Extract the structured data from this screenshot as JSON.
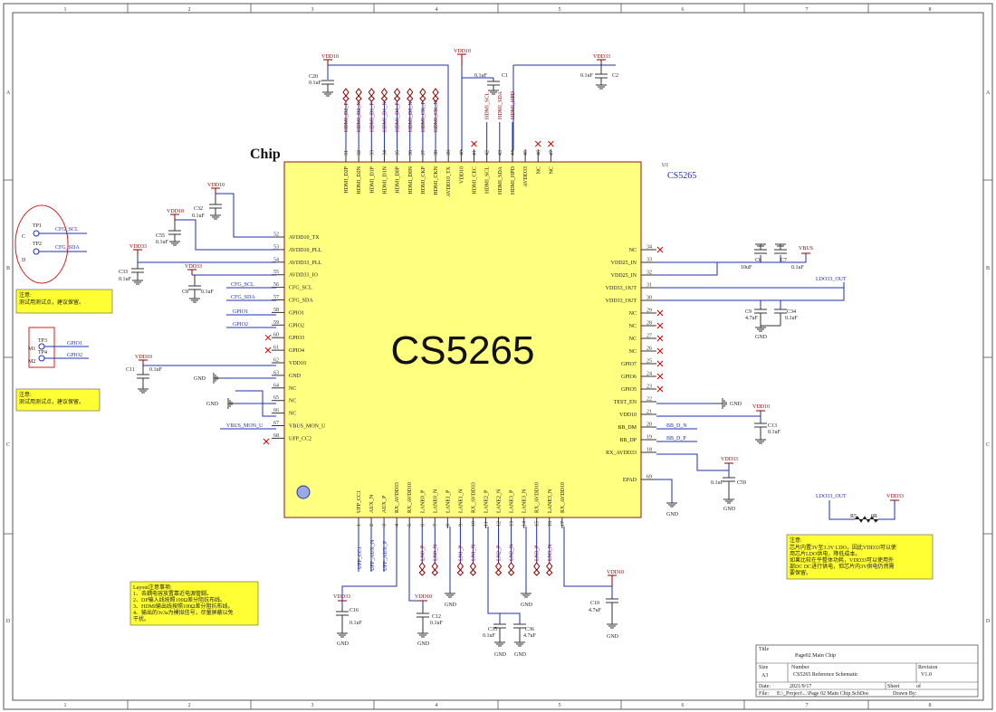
{
  "border": {
    "columns": [
      "1",
      "2",
      "3",
      "4",
      "5",
      "6",
      "7",
      "8"
    ],
    "rows": [
      "A",
      "B",
      "C",
      "D"
    ]
  },
  "chip": {
    "heading": "Chip",
    "designator": "U1",
    "part": "CS5265",
    "body_label": "CS5265",
    "fill_color": "#ffff80",
    "outline_color": "#8a1a1a",
    "top_pins": [
      {
        "num": "31",
        "name": "HDMI_D2P"
      },
      {
        "num": "32",
        "name": "HDMI_D2N"
      },
      {
        "num": "33",
        "name": "HDMI_D1P"
      },
      {
        "num": "34",
        "name": "HDMI_D1N"
      },
      {
        "num": "35",
        "name": "HDMI_D0P"
      },
      {
        "num": "36",
        "name": "HDMI_D0N"
      },
      {
        "num": "37",
        "name": "HDMI_CKP"
      },
      {
        "num": "38",
        "name": "HDMI_CKN"
      },
      {
        "num": "39",
        "name": "AVDD10_TX"
      },
      {
        "num": "40",
        "name": "VDD10"
      },
      {
        "num": "41",
        "name": "HDMI_CEC"
      },
      {
        "num": "42",
        "name": "HDMI_SCL"
      },
      {
        "num": "43",
        "name": "HDMI_SDA"
      },
      {
        "num": "44",
        "name": "HDMI_HPD"
      },
      {
        "num": "45",
        "name": "AVDD33"
      },
      {
        "num": "46",
        "name": "NC"
      },
      {
        "num": "47",
        "name": "NC"
      }
    ],
    "left_pins": [
      {
        "num": "52",
        "name": "AVDD10_TX"
      },
      {
        "num": "53",
        "name": "AVDD10_PLL"
      },
      {
        "num": "54",
        "name": "AVDD33_PLL"
      },
      {
        "num": "55",
        "name": "AVDD33_IO"
      },
      {
        "num": "56",
        "name": "CFG_SCL"
      },
      {
        "num": "57",
        "name": "CFG_SDA"
      },
      {
        "num": "58",
        "name": "GPIO1"
      },
      {
        "num": "59",
        "name": "GPIO2"
      },
      {
        "num": "60",
        "name": "GPIO3"
      },
      {
        "num": "61",
        "name": "GPIO4"
      },
      {
        "num": "62",
        "name": "VDD10"
      },
      {
        "num": "63",
        "name": "GND"
      },
      {
        "num": "64",
        "name": "NC"
      },
      {
        "num": "65",
        "name": "NC"
      },
      {
        "num": "66",
        "name": "NC"
      },
      {
        "num": "67",
        "name": "VBUS_MON_U"
      },
      {
        "num": "68",
        "name": "UFP_CC2"
      }
    ],
    "right_pins": [
      {
        "num": "34",
        "name": "NC"
      },
      {
        "num": "33",
        "name": "VDD25_IN"
      },
      {
        "num": "32",
        "name": "VDD25_IN"
      },
      {
        "num": "31",
        "name": "VDD33_OUT"
      },
      {
        "num": "30",
        "name": "VDD33_OUT"
      },
      {
        "num": "29",
        "name": "NC"
      },
      {
        "num": "28",
        "name": "NC"
      },
      {
        "num": "27",
        "name": "NC"
      },
      {
        "num": "26",
        "name": "NC"
      },
      {
        "num": "25",
        "name": "GPIO7"
      },
      {
        "num": "24",
        "name": "GPIO6"
      },
      {
        "num": "23",
        "name": "GPIO5"
      },
      {
        "num": "22",
        "name": "TEST_EN"
      },
      {
        "num": "21",
        "name": "VDD10"
      },
      {
        "num": "20",
        "name": "BB_DM"
      },
      {
        "num": "19",
        "name": "BB_DP"
      },
      {
        "num": "18",
        "name": "RX_AVDD33"
      },
      {
        "num": "69",
        "name": "EPAD"
      }
    ],
    "bottom_pins": [
      {
        "num": "1",
        "name": "UFP_CC1"
      },
      {
        "num": "2",
        "name": "AUX_N"
      },
      {
        "num": "3",
        "name": "AUX_P"
      },
      {
        "num": "4",
        "name": "RX_AVDD33"
      },
      {
        "num": "5",
        "name": "RX_AVDD10"
      },
      {
        "num": "6",
        "name": "LANE0_P"
      },
      {
        "num": "7",
        "name": "LANE0_N"
      },
      {
        "num": "8",
        "name": "LANE1_P"
      },
      {
        "num": "9",
        "name": "LANE1_N"
      },
      {
        "num": "10",
        "name": "RX_AVDD33"
      },
      {
        "num": "11",
        "name": "LANE2_P"
      },
      {
        "num": "12",
        "name": "LANE2_N"
      },
      {
        "num": "13",
        "name": "LANE3_P"
      },
      {
        "num": "14",
        "name": "LANE3_N"
      },
      {
        "num": "15",
        "name": "RX_AVDD10"
      },
      {
        "num": "16",
        "name": "LANE3_N"
      },
      {
        "num": "17",
        "name": "RX_AVDD10"
      }
    ]
  },
  "nets": {
    "hdmi_top": [
      "HDMI_D2_P",
      "HDMI_D2_N",
      "HDMI_D1_P",
      "HDMI_D1_N",
      "HDMI_D0_P",
      "HDMI_D0_N",
      "HDMI_CK_P",
      "HDMI_CK_N"
    ],
    "hdmi_ctrl": [
      "HDMI_SCL",
      "HDMI_SDA",
      "HDMI_HPD"
    ],
    "cfg_scl": "CFG_SCL",
    "cfg_sda": "CFG_SDA",
    "gpio1": "GPIO1",
    "gpio2": "GPIO2",
    "vbus_mon": "VBUS_MON_U",
    "bb_dn": "BB_D_N",
    "bb_dp": "BB_D_P",
    "ldo33_out": "LDO33_OUT",
    "vbus": "VBUS",
    "ufp_cc1": "UFP_CC1",
    "ufp_aux_n": "UFP_AUX_N",
    "ufp_aux_p": "UFP_AUX_P",
    "lanes": [
      "LN0_P",
      "LN0_N",
      "LN1_P",
      "LN1_N",
      "LN2_P",
      "LN2_N",
      "LN3_P",
      "LN3_N"
    ]
  },
  "rails": {
    "vdd10": "VDD10",
    "vdd33": "VDD33",
    "gnd": "GND"
  },
  "caps": {
    "c20": {
      "ref": "C20",
      "val": "0.1uF"
    },
    "c1": {
      "ref": "C1",
      "val": "0.1uF"
    },
    "c2": {
      "ref": "C2",
      "val": "0.1uF"
    },
    "c32": {
      "ref": "C32",
      "val": "0.1uF"
    },
    "c55": {
      "ref": "C55",
      "val": "0.1uF"
    },
    "c33": {
      "ref": "C33",
      "val": "0.1uF"
    },
    "c8": {
      "ref": "C8",
      "val": "0.1uF"
    },
    "c11": {
      "ref": "C11",
      "val": "0.1uF"
    },
    "c6": {
      "ref": "C6",
      "val": "10uF"
    },
    "c7": {
      "ref": "C7",
      "val": "0.1uF"
    },
    "c9": {
      "ref": "C9",
      "val": "4.7uF"
    },
    "c34": {
      "ref": "C34",
      "val": "0.1uF"
    },
    "c13": {
      "ref": "C13",
      "val": "0.1uF"
    },
    "c59": {
      "ref": "C59",
      "val": "0.1uF"
    },
    "c16": {
      "ref": "C16",
      "val": "0.1uF"
    },
    "c12": {
      "ref": "C12",
      "val": "0.1uF"
    },
    "c35": {
      "ref": "C35",
      "val": "0.1uF"
    },
    "c36": {
      "ref": "C36",
      "val": "4.7uF"
    },
    "c10": {
      "ref": "C10",
      "val": "4.7uF"
    }
  },
  "resistor": {
    "ref": "R5",
    "val": "0R"
  },
  "test_points": [
    {
      "ref": "TP1",
      "letter": "C",
      "net": "CFG_SCL"
    },
    {
      "ref": "TP2",
      "letter": "D",
      "net": "CFG_SDA"
    },
    {
      "ref": "TP3",
      "letter": "M1",
      "net": "GPIO1"
    },
    {
      "ref": "TP4",
      "letter": "M2",
      "net": "GPIO2"
    }
  ],
  "notes": {
    "note1": [
      "注意:",
      "测试用测试点，建议保留。"
    ],
    "note2": [
      "注意:",
      "测试用测试点，建议保留。"
    ],
    "layout": [
      "Layout注意事项:",
      "1、去耦电容放置靠近电源管脚。",
      "2、DP输入线按照100Ω差分阻抗布线。",
      "3、HDMI输出线按照100Ω差分阻抗布线。",
      "4、输出的3v3a为模拟信号，尽量屏蔽以免",
      "干扰。"
    ],
    "right": [
      "注意:",
      "芯片内置3V至3.3V LDO，因此VDD33可以使",
      "用芯片LDO供电，降低成本。",
      "如果比较在乎整体功耗，VDD33可以使用外",
      "部DC DC进行供电，但芯片内3V供电仍然需",
      "要保留。"
    ],
    "fill_color": "#ffff33"
  },
  "title_block": {
    "title_label": "Title",
    "title": "Page02 Main Chip",
    "size_label": "Size",
    "size": "A3",
    "number_label": "Number",
    "number": "CS5265 Reference Schematic",
    "revision_label": "Revision",
    "revision": "V1.0",
    "date_label": "Date:",
    "date": "2021/9/17",
    "sheet_label": "Sheet",
    "sheet": "of",
    "file_label": "File:",
    "file": "E:\\_Project\\...\\Page 02 Main Chip.SchDoc",
    "drawn_label": "Drawn By:"
  }
}
